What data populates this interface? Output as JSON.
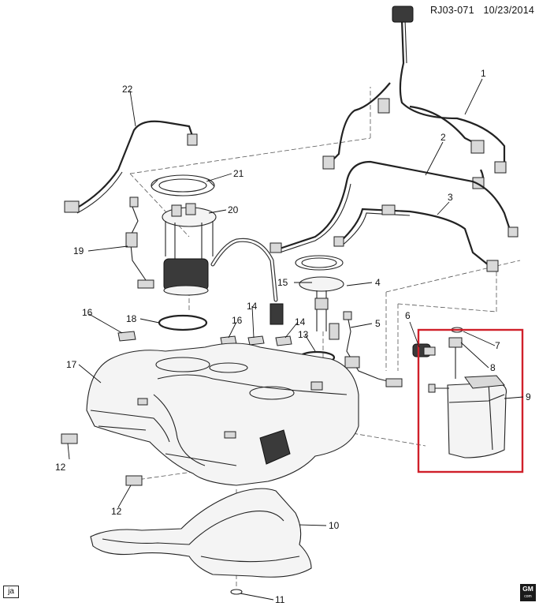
{
  "header": {
    "code": "RJ03-071",
    "date": "10/23/2014"
  },
  "corner_labels": {
    "left": "ja",
    "logo_top": "GM",
    "logo_bottom": "com"
  },
  "highlight": {
    "color": "#d0202a"
  },
  "callouts": {
    "c1": "1",
    "c2": "2",
    "c3": "3",
    "c4": "4",
    "c5": "5",
    "c6": "6",
    "c7": "7",
    "c8": "8",
    "c9": "9",
    "c10": "10",
    "c11": "11",
    "c12a": "12",
    "c12b": "12",
    "c13": "13",
    "c14a": "14",
    "c14b": "14",
    "c15": "15",
    "c16a": "16",
    "c16b": "16",
    "c17": "17",
    "c18": "18",
    "c19": "19",
    "c20": "20",
    "c21": "21",
    "c22": "22"
  }
}
